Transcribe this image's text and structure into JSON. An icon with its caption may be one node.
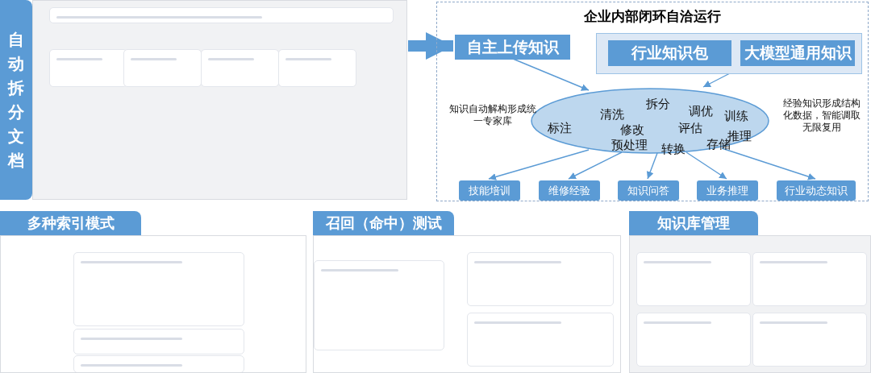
{
  "diagram": {
    "nodes": [
      {
        "text": [
          "自动拆分文档"
        ]
      },
      {
        "text": [],
        "shape": "picture"
      },
      {
        "text": [
          "企业内部闭环自洽运行"
        ]
      },
      {
        "text": [
          "自主上传知识"
        ],
        "in": 2
      },
      {
        "text": [],
        "shape": "box",
        "in": 2
      },
      {
        "text": [
          "行业知识包"
        ],
        "in": 4
      },
      {
        "text": [
          "大模型通用知识"
        ],
        "in": 4
      },
      {
        "text": [
          "拆分",
          "清洗",
          "调优",
          "训练",
          "标注",
          "修改",
          "评估",
          "推理",
          "预处理",
          "存储",
          "转换"
        ],
        "in": 2
      },
      {
        "text": [
          "技能培训"
        ],
        "in": 2
      },
      {
        "text": [
          "维修经验"
        ],
        "in": 2
      },
      {
        "text": [
          "知识问答"
        ],
        "in": 2
      },
      {
        "text": [
          "业务推理"
        ],
        "in": 2
      },
      {
        "text": [
          "行业动态知识"
        ],
        "in": 2
      },
      {
        "text": [
          "多种索引模式"
        ]
      },
      {
        "text": [],
        "shape": "picture"
      },
      {
        "text": [
          "召回（命中）测试"
        ]
      },
      {
        "text": [],
        "shape": "picture"
      },
      {
        "text": [
          "知识库管理"
        ]
      },
      {
        "text": [],
        "shape": "picture"
      }
    ],
    "edges": [
      {
        "from": 1,
        "to": 3,
        "arrow": "to",
        "style": "thick"
      },
      {
        "from": 3,
        "to": 7,
        "arrow": "to"
      },
      {
        "from": 4,
        "to": 7,
        "arrow": "to"
      },
      {
        "from": 7,
        "to": 8,
        "arrow": "to"
      },
      {
        "from": 7,
        "to": 9,
        "arrow": "to"
      },
      {
        "from": 7,
        "to": 10,
        "arrow": "to"
      },
      {
        "from": 7,
        "to": 11,
        "arrow": "to"
      },
      {
        "from": 7,
        "to": 12,
        "arrow": "to"
      }
    ],
    "labels": [
      "知识自动解构形成统一专家库",
      "经验知识形成结构化数据，智能调取无限复用"
    ]
  }
}
